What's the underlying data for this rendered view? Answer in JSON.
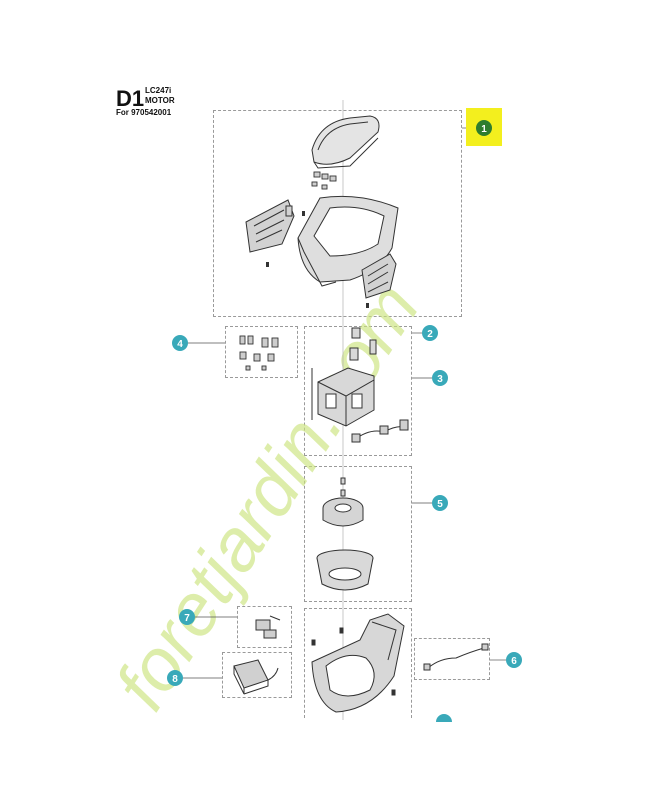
{
  "header": {
    "code": "D1",
    "model": "LC247i",
    "title": "MOTOR",
    "for_line": "For 970542001"
  },
  "callouts": [
    {
      "number": "1",
      "highlighted": true
    },
    {
      "number": "2",
      "highlighted": false
    },
    {
      "number": "3",
      "highlighted": false
    },
    {
      "number": "4",
      "highlighted": false
    },
    {
      "number": "5",
      "highlighted": false
    },
    {
      "number": "6",
      "highlighted": false
    },
    {
      "number": "7",
      "highlighted": false
    },
    {
      "number": "8",
      "highlighted": false
    }
  ],
  "watermark": {
    "text": "foretjardin.com"
  },
  "colors": {
    "callout_fill": "#39a9b9",
    "highlight": "#f3ef1e",
    "line": "#333333",
    "dash": "#9a9a9a",
    "watermark_green": "#c9e37a",
    "watermark_orange": "#f4c57a",
    "watermark_grey": "#d9cfc2"
  }
}
